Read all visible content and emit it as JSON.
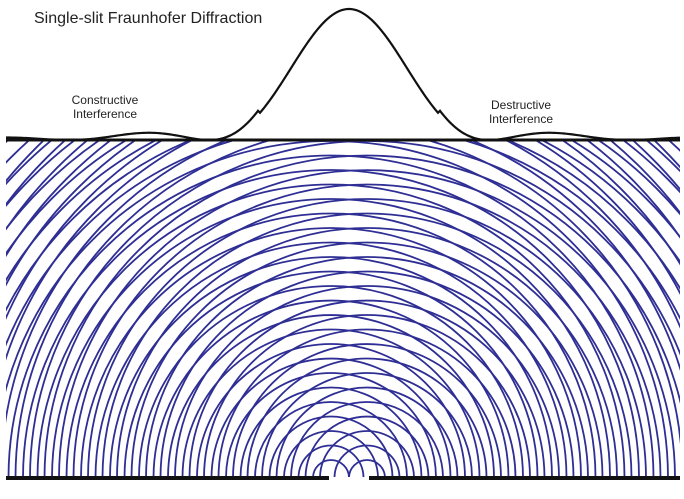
{
  "title": "Single-slit Fraunhofer Diffraction",
  "labels": {
    "constructive_line1": "Constructive",
    "constructive_line2": "Interference",
    "destructive_line1": "Destructive",
    "destructive_line2": "Interference"
  },
  "colors": {
    "wavefront": "#2e2e94",
    "lines": "#111111",
    "text": "#222222",
    "background": "#ffffff"
  },
  "diagram": {
    "wave_sources": 2,
    "wavefronts_per_source": 32
  }
}
